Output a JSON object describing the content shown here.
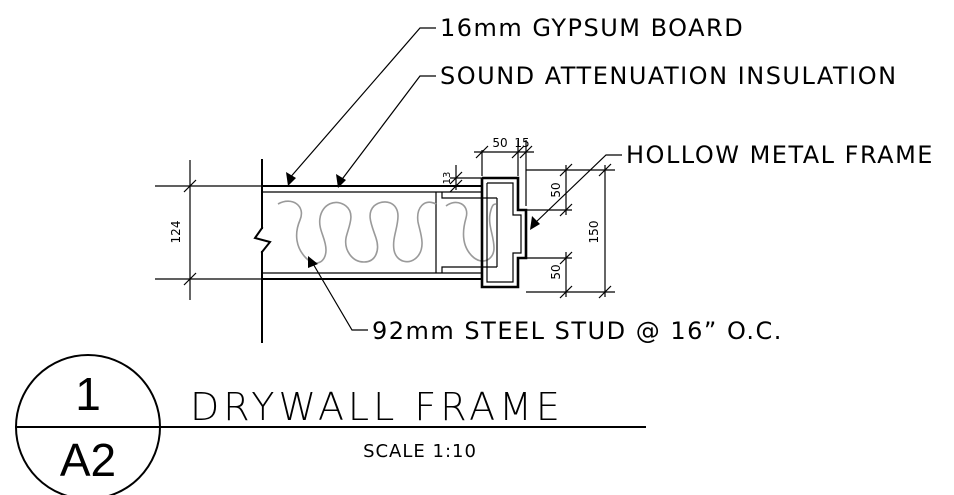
{
  "labels": {
    "gypsum": "16mm GYPSUM BOARD",
    "insulation": "SOUND ATTENUATION INSULATION",
    "frame": "HOLLOW METAL FRAME",
    "stud": "92mm STEEL STUD @ 16” O.C."
  },
  "dimensions": {
    "wall_thickness": "124",
    "frame_depth": "150",
    "frame_top": "50",
    "frame_bottom": "50",
    "frame_width_a": "50",
    "frame_width_b": "15",
    "reveal": "13"
  },
  "title": {
    "name": "DRYWALL FRAME",
    "scale": "SCALE 1:10"
  },
  "detail_bubble": {
    "number": "1",
    "sheet": "A2"
  },
  "colors": {
    "line": "#000000",
    "insulation": "#9a9a9a"
  }
}
